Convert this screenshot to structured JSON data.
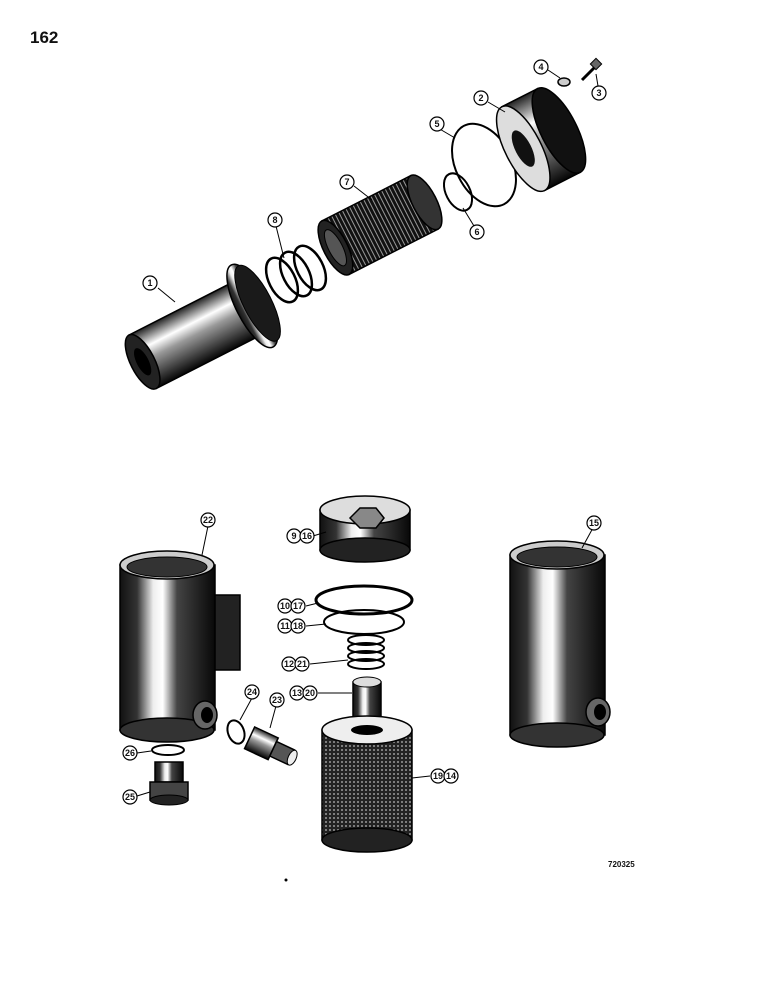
{
  "page": {
    "number": "162",
    "figure_code": "720325"
  },
  "callouts": {
    "c1": "1",
    "c2": "2",
    "c3": "3",
    "c4": "4",
    "c5": "5",
    "c6": "6",
    "c7": "7",
    "c8": "8",
    "c9": "9",
    "c16": "16",
    "c10": "10",
    "c17": "17",
    "c11": "11",
    "c18": "18",
    "c12": "12",
    "c21": "21",
    "c13": "13",
    "c20": "20",
    "c19": "19",
    "c14": "14",
    "c15": "15",
    "c22": "22",
    "c23": "23",
    "c24": "24",
    "c25": "25",
    "c26": "26"
  }
}
